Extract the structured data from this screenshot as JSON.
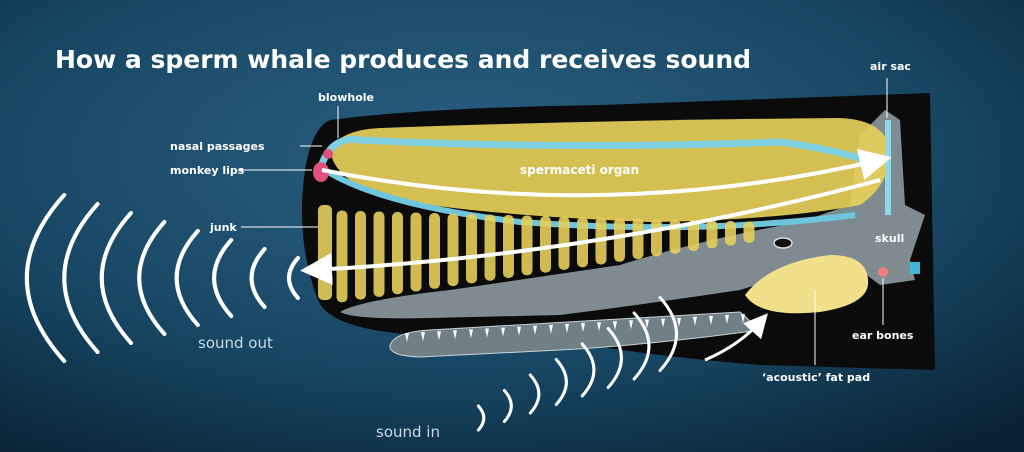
{
  "title": "How a sperm whale produces and receives sound",
  "labels": {
    "blowhole": "blowhole",
    "nasal_passages": "nasal passages",
    "monkey_lips": "monkey lips",
    "junk": "junk",
    "spermaceti_organ": "spermaceti organ",
    "air_sac": "air sac",
    "skull": "skull",
    "ear_bones": "ear bones",
    "fat_pad": "‘acoustic’ fat pad",
    "sound_out": "sound out",
    "sound_in": "sound in"
  },
  "colors": {
    "background": "#123a55",
    "head": "#0b0b0b",
    "spermaceti": "#e6cf5a",
    "nasal": "#7fd0e0",
    "lips": "#e0507a",
    "bone": "#8a979c",
    "fat_pad": "#f0e08a"
  }
}
